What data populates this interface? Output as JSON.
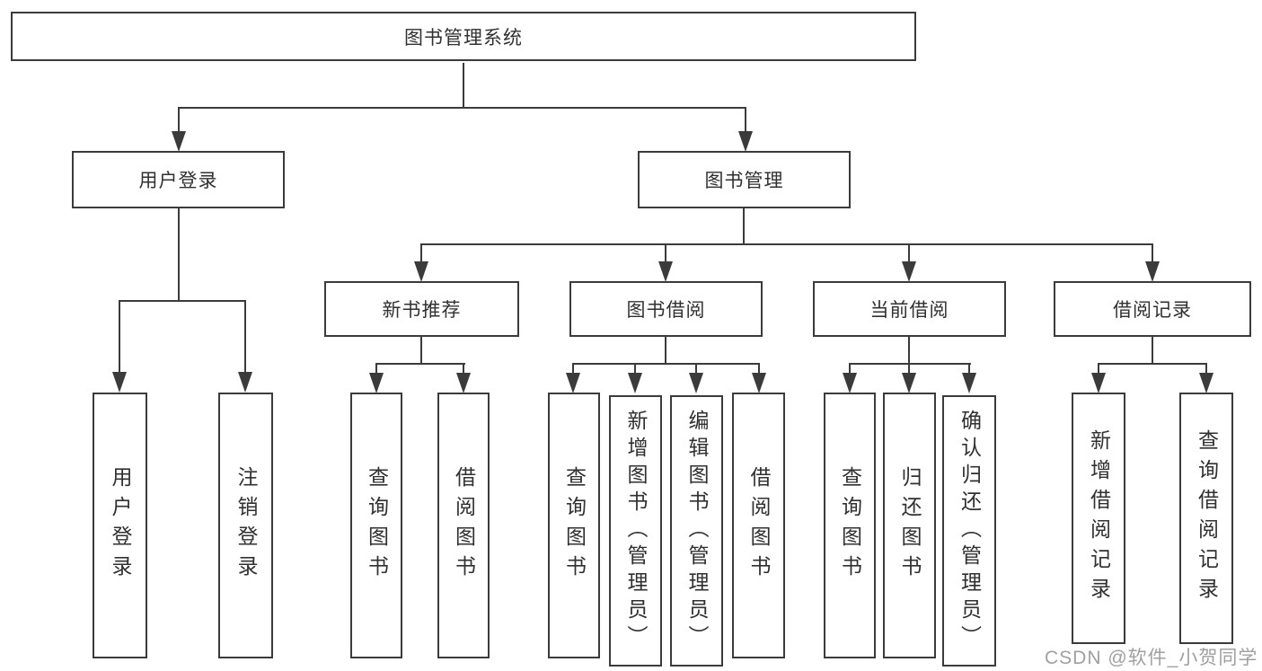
{
  "diagram": {
    "root": {
      "label": "图书管理系统"
    },
    "branches": [
      {
        "label": "用户登录",
        "children": [
          {
            "label": "用户登录"
          },
          {
            "label": "注销登录"
          }
        ]
      },
      {
        "label": "图书管理",
        "sections": [
          {
            "label": "新书推荐",
            "children": [
              {
                "label": "查询图书"
              },
              {
                "label": "借阅图书"
              }
            ]
          },
          {
            "label": "图书借阅",
            "children": [
              {
                "label": "查询图书"
              },
              {
                "label": "新增图书（管理员）"
              },
              {
                "label": "编辑图书（管理员）"
              },
              {
                "label": "借阅图书"
              }
            ]
          },
          {
            "label": "当前借阅",
            "children": [
              {
                "label": "查询图书"
              },
              {
                "label": "归还图书"
              },
              {
                "label": "确认归还（管理员）"
              }
            ]
          },
          {
            "label": "借阅记录",
            "children": [
              {
                "label": "新增借阅记录"
              },
              {
                "label": "查询借阅记录"
              }
            ]
          }
        ]
      }
    ]
  },
  "watermark": {
    "text": "CSDN @软件_小贺同学"
  },
  "colors": {
    "line": "#3b3b3b",
    "text": "#303030",
    "background": "#ffffff",
    "watermark": "#a0a0a0"
  }
}
